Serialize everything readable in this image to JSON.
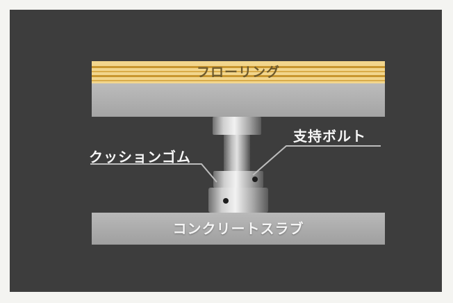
{
  "labels": {
    "flooring": "フローリング",
    "support_bolt": "支持ボルト",
    "cushion_rubber": "クッションゴム",
    "concrete_slab": "コンクリートスラブ"
  },
  "colors": {
    "frame": "#f4f4f1",
    "background": "#3d3d3d",
    "flooring_light": "#f3d890",
    "flooring_stripe": "#c8962f",
    "panel_gray": "#b2b2b2",
    "slab_gray": "#acacac",
    "leader_line": "#bdbdbd",
    "text_light": "#f7f7f7",
    "text_flooring": "#6e5a2c"
  }
}
